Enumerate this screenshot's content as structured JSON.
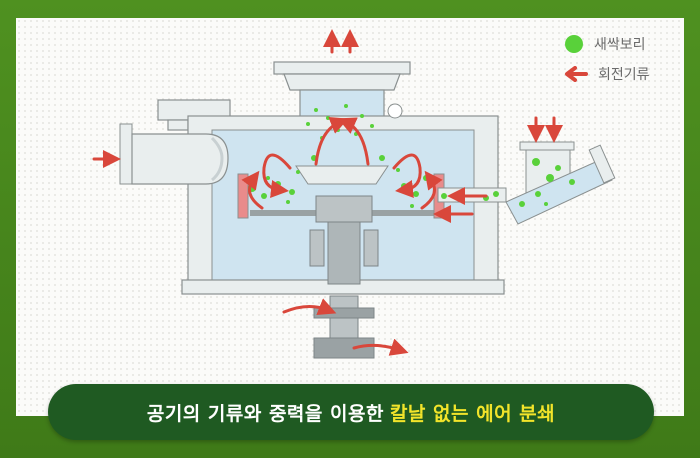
{
  "legend": {
    "particle_label": "새싹보리",
    "airflow_label": "회전기류"
  },
  "caption": {
    "normal_text": "공기의 기류와 중력을 이용한",
    "highlight_text": "칼날 없는 에어 분쇄"
  },
  "colors": {
    "particle": "#59d13a",
    "arrow": "#d9473b",
    "machine_fill": "#e9eeee",
    "machine_stroke": "#8a9090",
    "chamber": "#cfe4f0",
    "caption_bg": "#1f5a22",
    "highlight": "#f2e42a"
  },
  "icons": [
    "particle-dot-icon",
    "airflow-arrow-icon"
  ]
}
